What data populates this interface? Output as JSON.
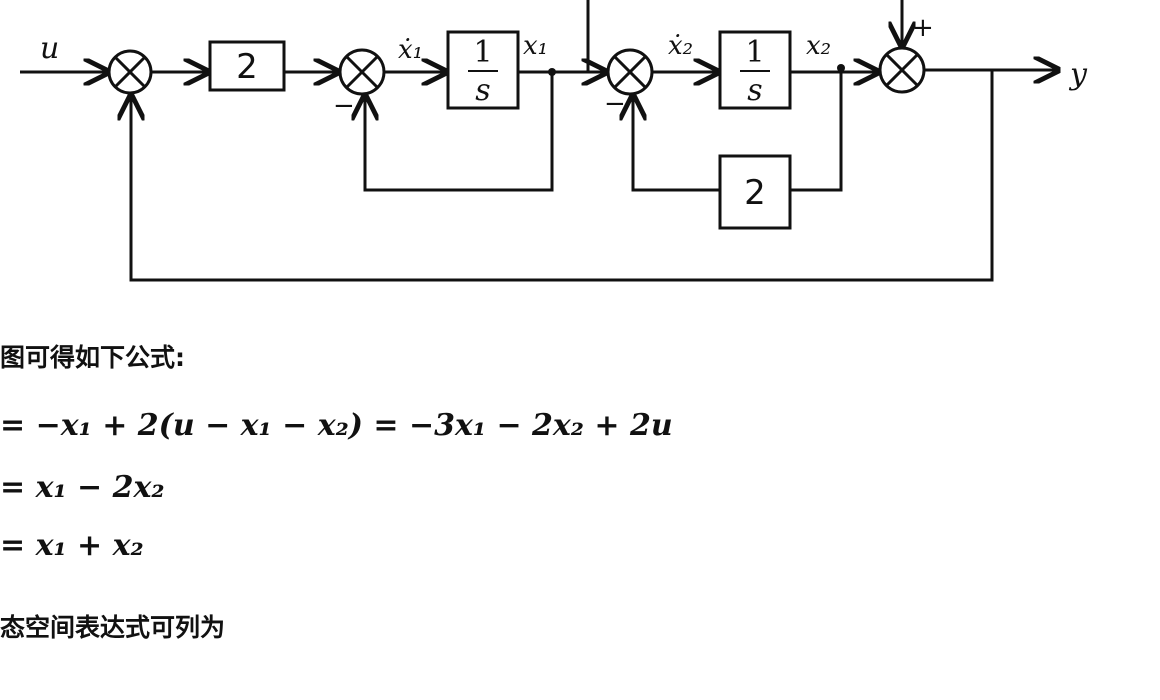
{
  "diagram": {
    "input_label": "u",
    "output_label": "y",
    "forward_gain": "2",
    "integrator_num": "1",
    "integrator_den": "s",
    "feedback_gain": "2",
    "signals": {
      "x1dot": "ẋ₁",
      "x1": "x₁",
      "x2dot": "ẋ₂",
      "x2": "x₂"
    },
    "signs": {
      "minus1": "−",
      "minus2": "−",
      "plus": "+"
    }
  },
  "text": {
    "intro": "图可得如下公式:",
    "eq1": "= −x₁ + 2(u − x₁ − x₂) = −3x₁ − 2x₂ + 2u",
    "eq2": "= x₁ − 2x₂",
    "eq3": "= x₁ + x₂",
    "outro": "态空间表达式可列为"
  }
}
